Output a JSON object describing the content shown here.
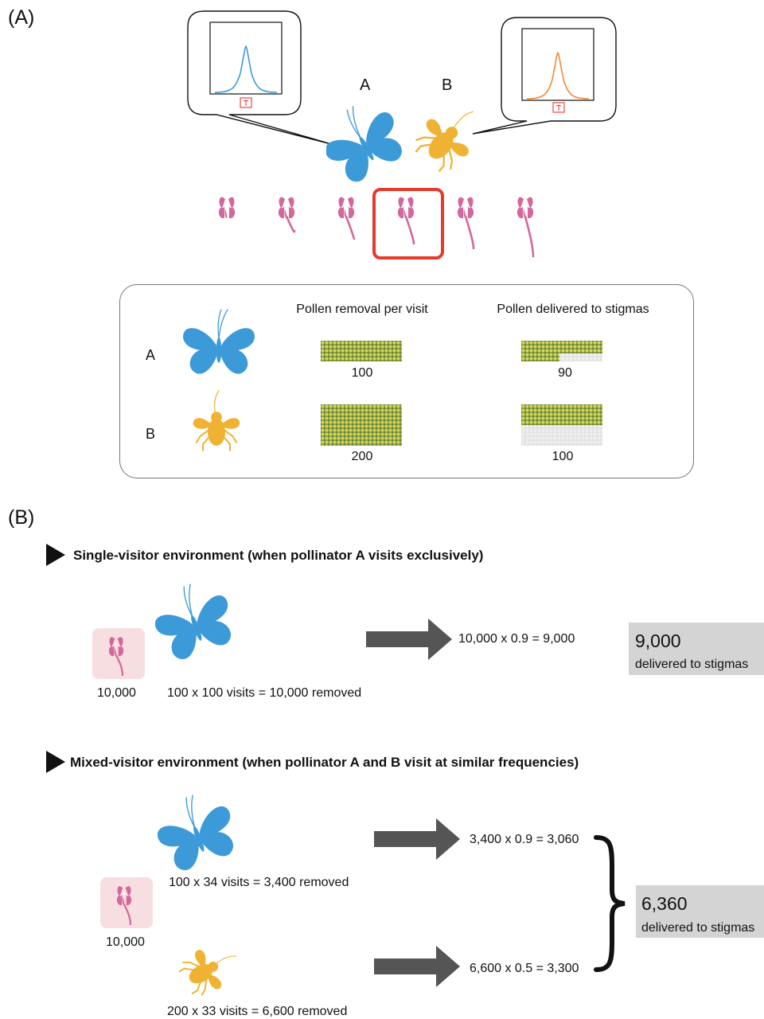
{
  "panel_a": {
    "label": "(A)",
    "pollinator_a_letter": "A",
    "pollinator_b_letter": "B",
    "table": {
      "col_removal": "Pollen removal per visit",
      "col_delivered": "Pollen delivered to stigmas",
      "row_a_label": "A",
      "row_b_label": "B",
      "a_removal": "100",
      "a_delivered": "90",
      "b_removal": "200",
      "b_delivered": "100"
    },
    "flower_count": 6,
    "highlighted_flower_index": 3
  },
  "panel_b": {
    "label": "(B)",
    "single": {
      "heading": "Single-visitor environment (when pollinator A visits exclusively)",
      "pollen_count": "10,000",
      "removed": "100 x 100 visits = 10,000 removed",
      "calc": "10,000 x 0.9 = 9,000",
      "result_value": "9,000",
      "result_text": "delivered to stigmas"
    },
    "mixed": {
      "heading": "Mixed-visitor environment (when pollinator A and B visit at similar frequencies)",
      "pollen_count": "10,000",
      "removed_a": "100 x 34 visits = 3,400 removed",
      "removed_b": "200 x 33 visits = 6,600 removed",
      "calc_a": "3,400 x 0.9 = 3,060",
      "calc_b": "6,600 x 0.5 = 3,300",
      "result_value": "6,360",
      "result_text": "delivered to stigmas"
    }
  },
  "colors": {
    "butterfly": "#3d9ad8",
    "bee": "#f0b232",
    "flower": "#d4679b",
    "highlight": "#e53a2c",
    "arrow": "#555555",
    "result_box": "#d4d4d4",
    "flower_tile": "#f7dfe1",
    "pollen_fill": "#d6d65a"
  }
}
